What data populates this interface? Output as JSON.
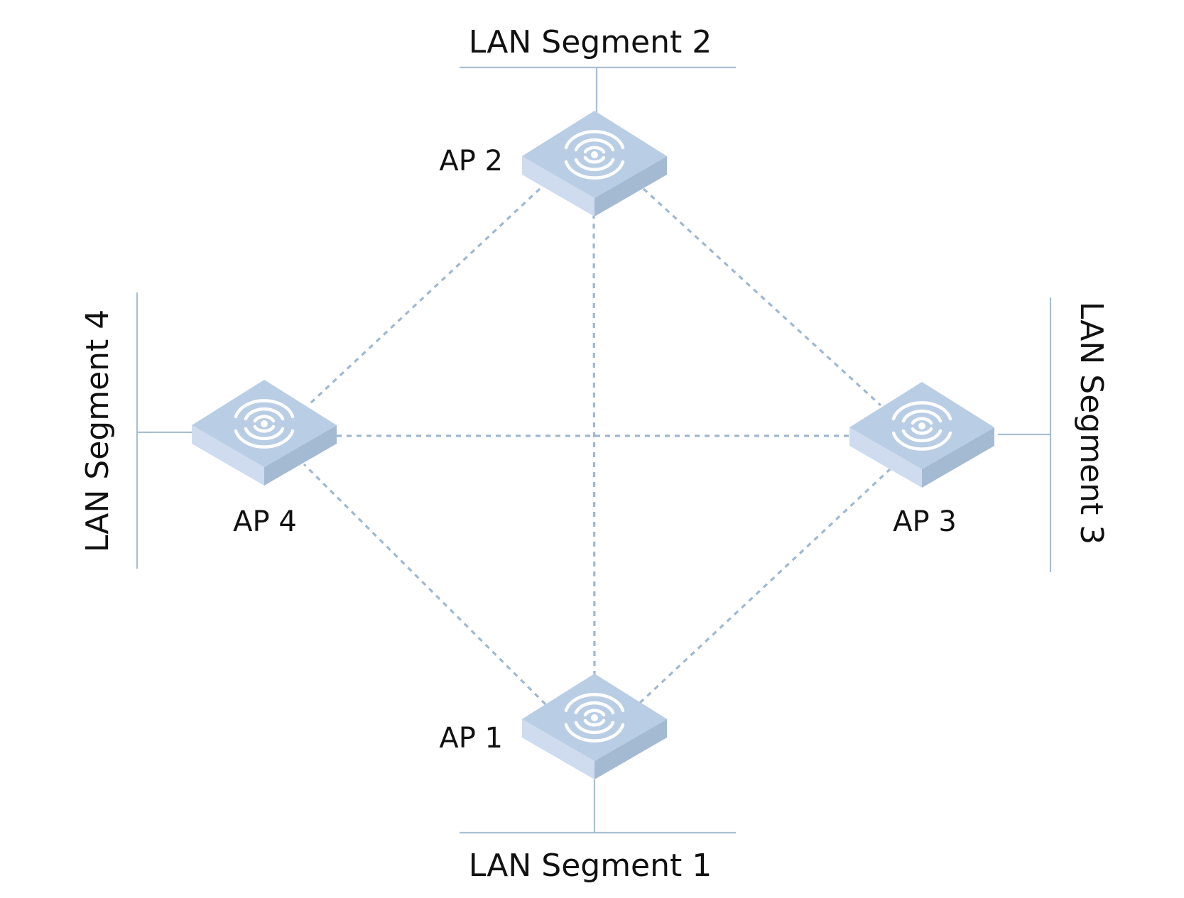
{
  "colors": {
    "line": "#a9bfd3",
    "link": "#9fb8cf",
    "ap_top": "#b9cde4",
    "ap_left": "#cfdcef",
    "ap_right": "#a4bad3",
    "signal": "#ffffff",
    "text": "#111111"
  },
  "icons": {
    "access_point": "wireless-access-point-icon"
  },
  "segments": [
    {
      "id": "seg1",
      "label": "LAN Segment 1"
    },
    {
      "id": "seg2",
      "label": "LAN Segment 2"
    },
    {
      "id": "seg3",
      "label": "LAN Segment 3"
    },
    {
      "id": "seg4",
      "label": "LAN Segment 4"
    }
  ],
  "access_points": [
    {
      "id": "ap1",
      "label": "AP 1",
      "segment": "seg1"
    },
    {
      "id": "ap2",
      "label": "AP 2",
      "segment": "seg2"
    },
    {
      "id": "ap3",
      "label": "AP 3",
      "segment": "seg3"
    },
    {
      "id": "ap4",
      "label": "AP 4",
      "segment": "seg4"
    }
  ],
  "wireless_links": [
    [
      "ap1",
      "ap2"
    ],
    [
      "ap1",
      "ap3"
    ],
    [
      "ap1",
      "ap4"
    ],
    [
      "ap2",
      "ap3"
    ],
    [
      "ap2",
      "ap4"
    ],
    [
      "ap3",
      "ap4"
    ]
  ]
}
